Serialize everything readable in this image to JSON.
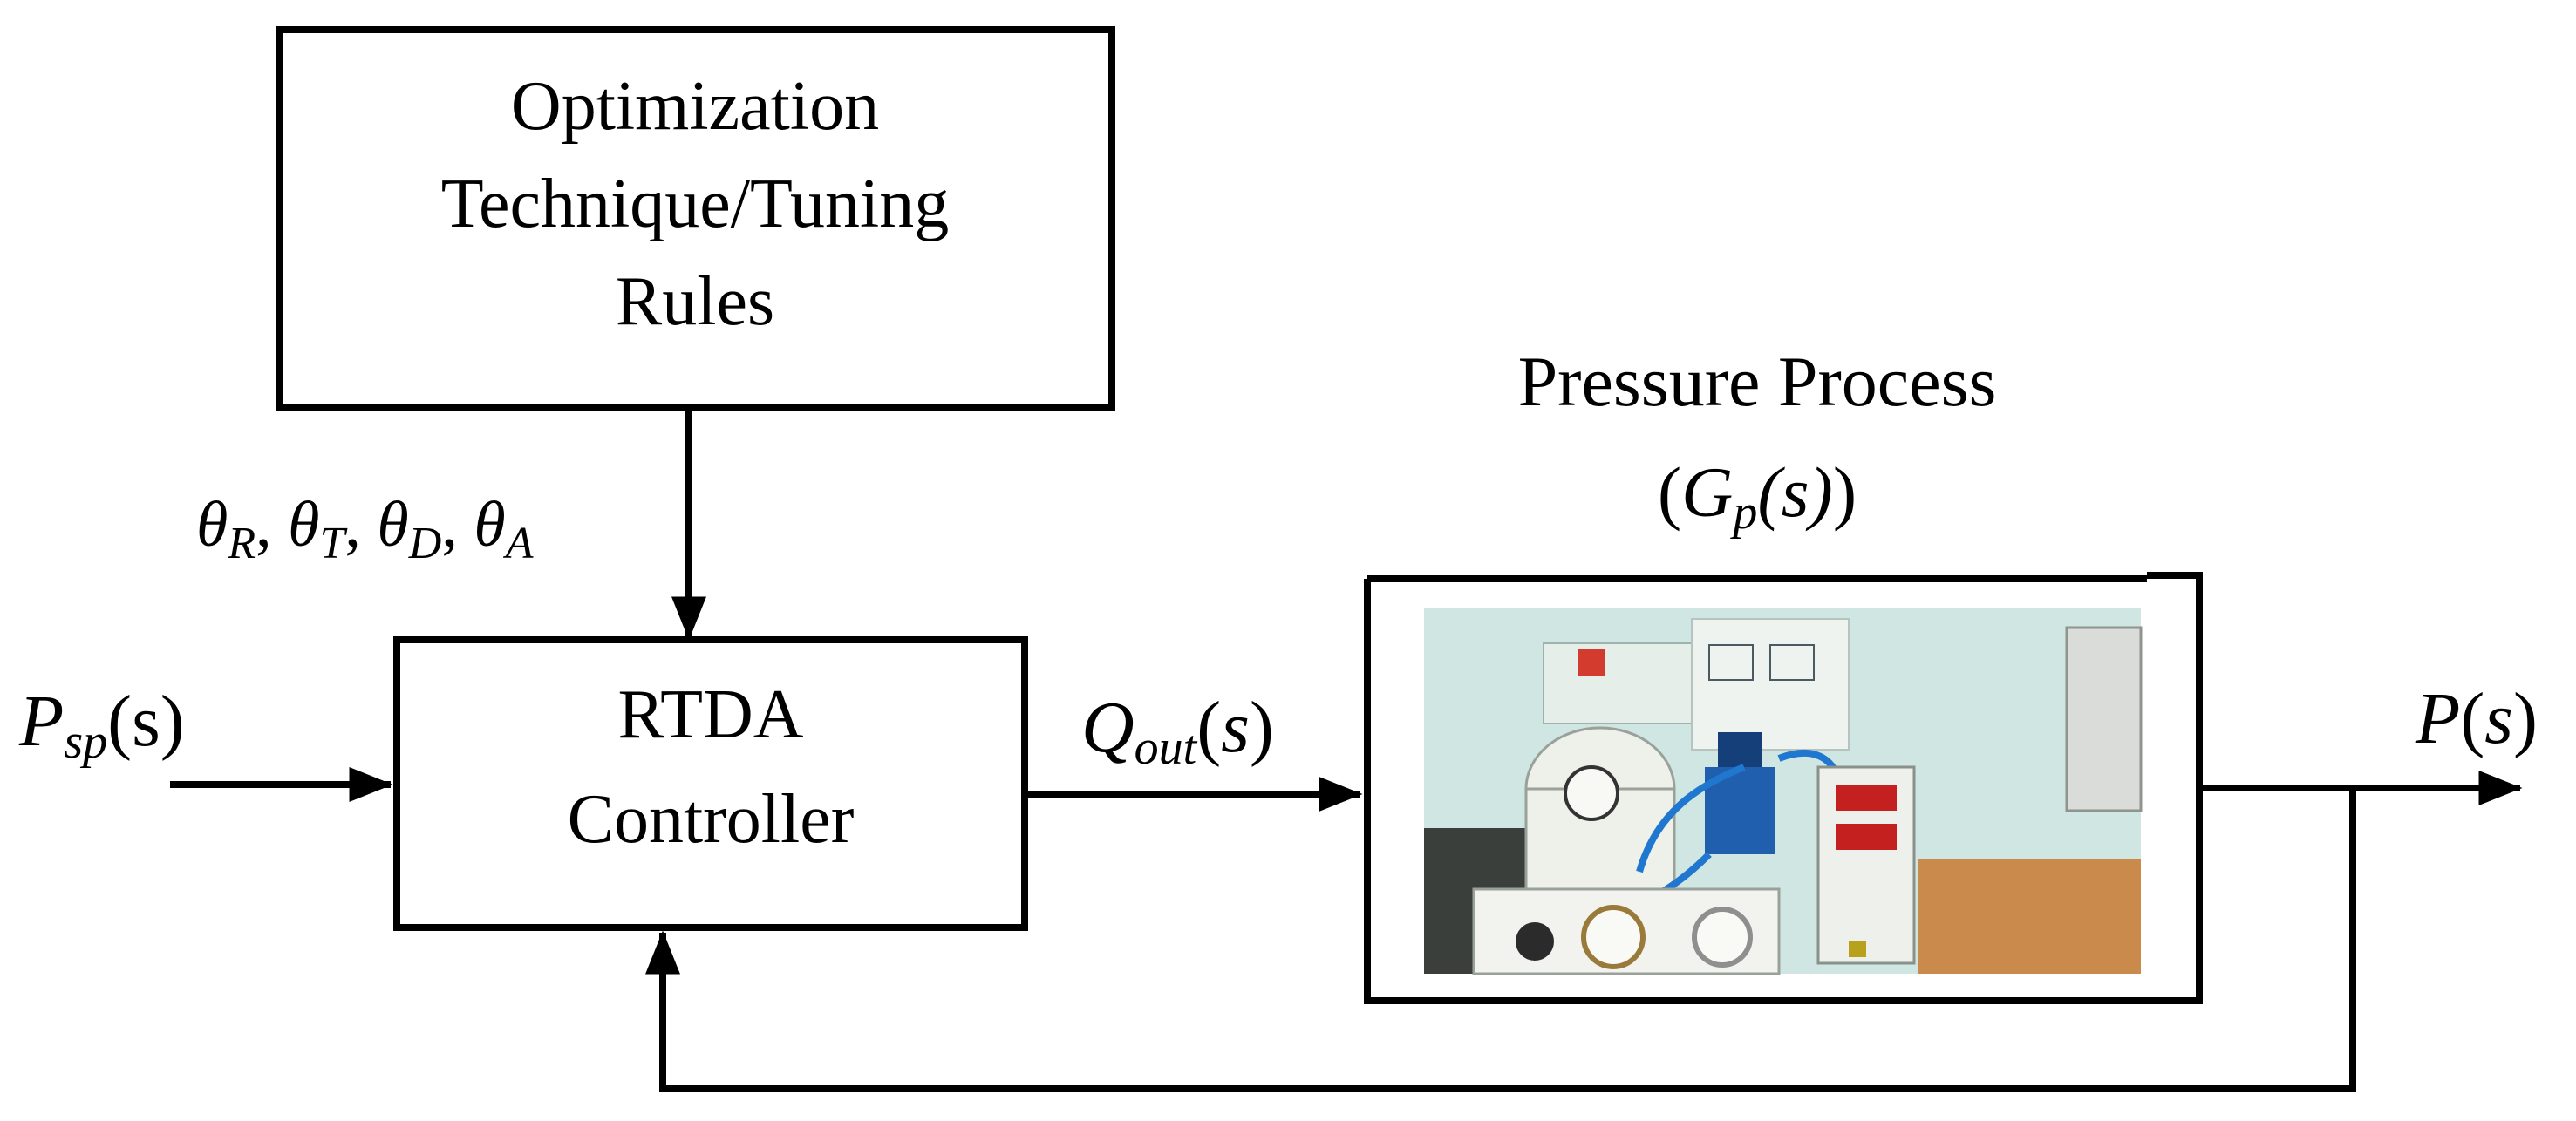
{
  "diagram": {
    "optimization_block": {
      "lines": [
        "Optimization",
        "Technique/Tuning",
        "Rules"
      ]
    },
    "parameters_label": {
      "symbol": "θ",
      "items": [
        {
          "sub": "R",
          "sep": ", "
        },
        {
          "sub": "T",
          "sep": ", "
        },
        {
          "sub": "D",
          "sep": ", "
        },
        {
          "sub": "A",
          "sep": ""
        }
      ]
    },
    "controller_block": {
      "lines": [
        "RTDA",
        "Controller"
      ]
    },
    "input_signal": {
      "main": "P",
      "sub": "sp",
      "arg": "(s)"
    },
    "control_signal": {
      "main": "Q",
      "sub": "out",
      "open": "(",
      "var": "s",
      "close": ")"
    },
    "process_label": {
      "title": "Pressure Process",
      "open": "(",
      "main": "G",
      "sub": "p",
      "arg": "(s)",
      "close": ")"
    },
    "output_signal": {
      "main": "P",
      "open": "(",
      "var": "s",
      "close": ")"
    },
    "colors": {
      "line": "#000000",
      "photo_wall": "#cfe6e3",
      "photo_bench": "#c98a4c",
      "photo_panel": "#eef0ea",
      "photo_blue": "#1f5fae"
    }
  }
}
